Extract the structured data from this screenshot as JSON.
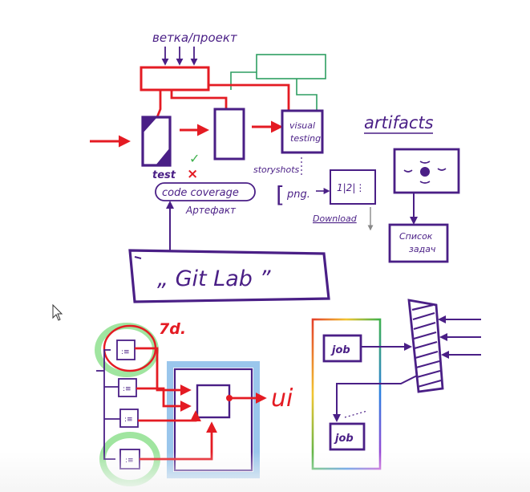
{
  "labels": {
    "branch_project": "ветка/проект",
    "test": "test",
    "fail_mark": "×",
    "pass_mark": "✓",
    "visual_testing_line1": "visual",
    "visual_testing_line2": "testing",
    "storyshots": "storyshots",
    "png": "png.",
    "png_bracket": "[",
    "split_box": "1|2|⋮",
    "download": "Download",
    "artifacts": "artifacts",
    "code_coverage": "code coverage",
    "artefakt": "Артефакт",
    "gitlab": "„ Git Lab ”",
    "task_list_line1": "Список",
    "task_list_line2": "задач",
    "seven_d": "7d.",
    "ui": "ui",
    "job_top": "job",
    "job_bottom": "job"
  },
  "colors": {
    "red": "#e41b23",
    "purple": "#4a1f86",
    "green": "#2e9e62",
    "highlight_green": "#8fe08f",
    "highlight_blue": "#8fc0ea",
    "gray": "#888888"
  }
}
